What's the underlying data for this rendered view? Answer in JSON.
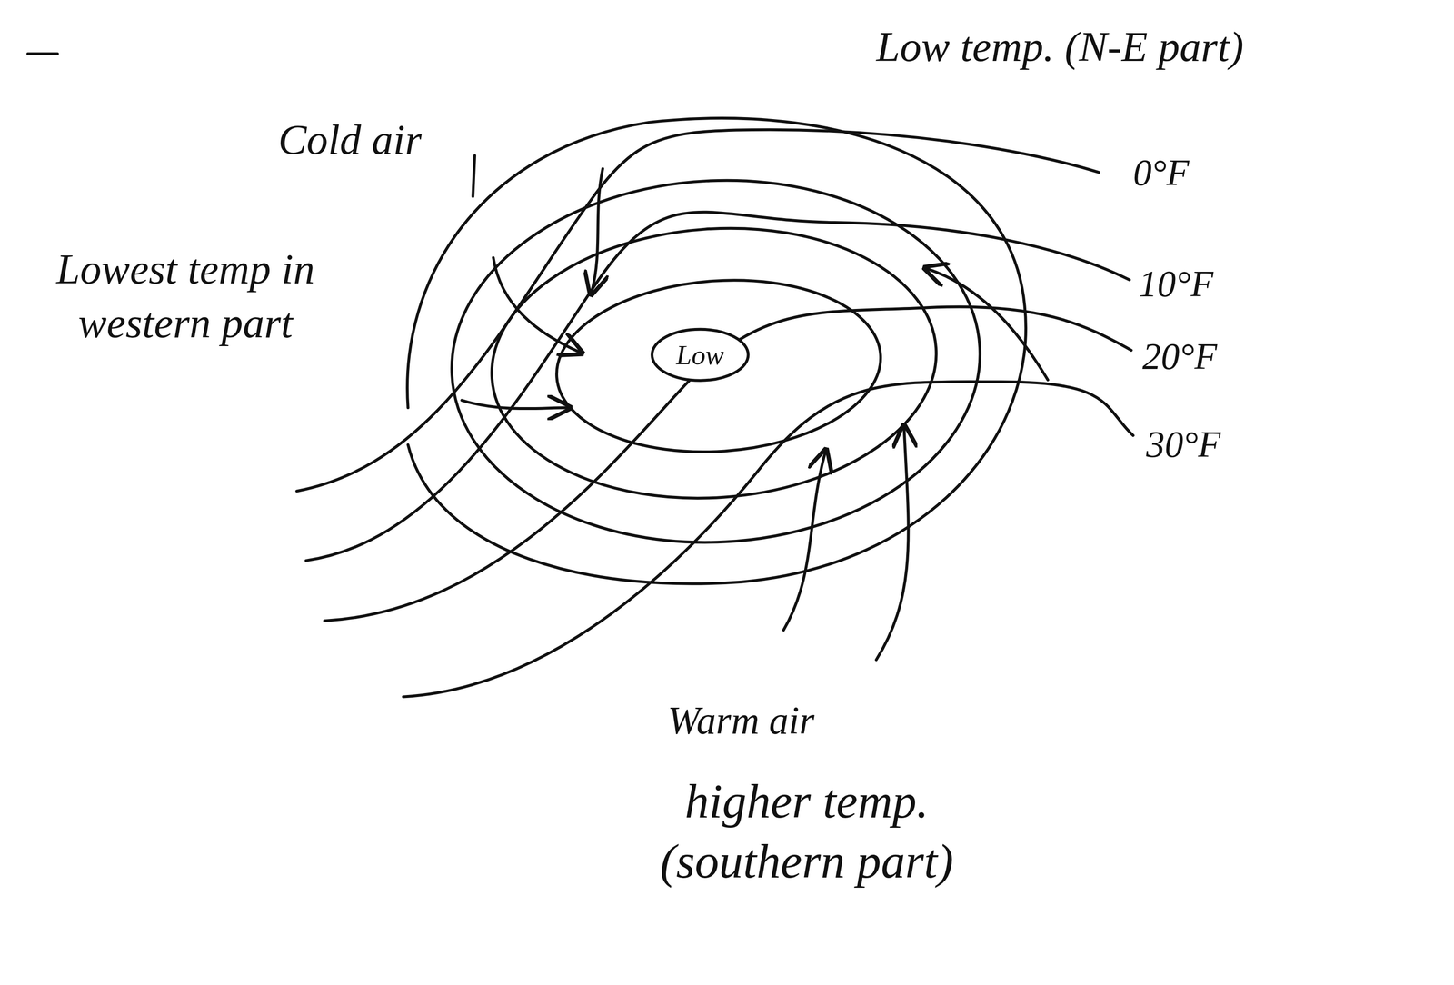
{
  "diagram": {
    "nodes": [
      {
        "text": [
          "Low"
        ]
      }
    ],
    "labels": [
      "Low temp. (N-E part)",
      "Cold air",
      "Lowest temp in western part",
      "0°F",
      "10°F",
      "20°F",
      "30°F",
      "Warm air",
      "higher temp. (southern part)"
    ]
  }
}
